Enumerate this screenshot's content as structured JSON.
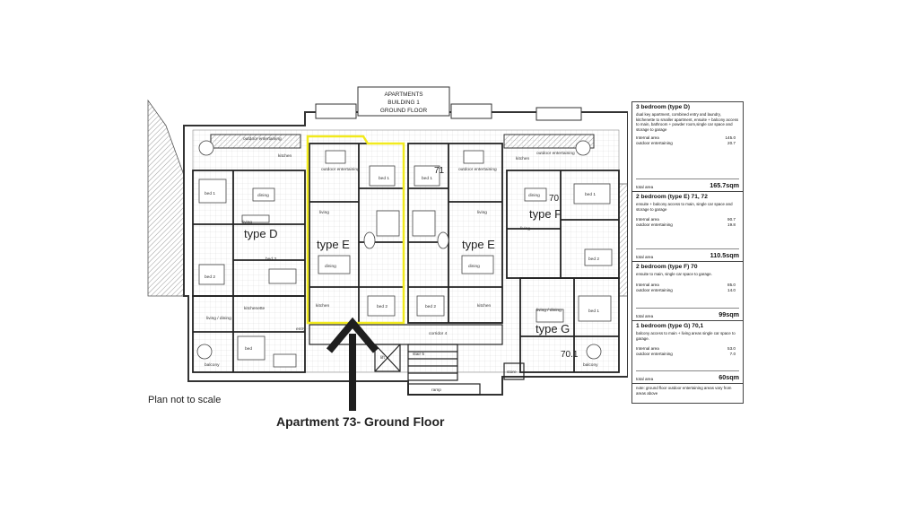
{
  "title_block": {
    "line1": "APARTMENTS",
    "line2": "BUILDING 1",
    "line3": "GROUND FLOOR"
  },
  "unit_types": {
    "d": "type D",
    "e_left": "type E",
    "e_right": "type E",
    "f": "type F",
    "g": "type G"
  },
  "unit_numbers": {
    "n71": "71",
    "n70": "70",
    "n701": "70.1"
  },
  "rooms": {
    "outdoor_entertaining": "outdoor entertaining",
    "kitchen": "kitchen",
    "bed": "bed",
    "bed1": "bed 1",
    "bed2": "bed 2",
    "bed3": "bed 3",
    "dining": "dining",
    "living": "living",
    "kitchenette": "kitchenette",
    "living_dining": "living / dining",
    "balcony": "balcony",
    "corridor": "corridor 4",
    "stair": "stair 5",
    "lift": "lift",
    "ramp": "ramp",
    "store": "store",
    "entry": "entry"
  },
  "captions": {
    "not_to_scale": "Plan not to scale",
    "apartment": "Apartment 73- Ground Floor"
  },
  "legend": {
    "d": {
      "heading": "3 bedroom (type D)",
      "desc": "dual key apartment, combined entry and laundry, kitchenette to smaller apartment, ensuite + balcony access to main, bathroom + powder room,single car space and storage to garage",
      "internal_label": "Internal area",
      "internal": "145.0",
      "outdoor_label": "outdoor entertaining",
      "outdoor": "20.7",
      "total_label": "total area",
      "total": "165.7sqm"
    },
    "e": {
      "heading": "2 bedroom (type E) 71, 72",
      "desc": "ensuite + balcony access to main, single car space and storage to garage",
      "internal_label": "Internal area",
      "internal": "90.7",
      "outdoor_label": "outdoor entertaining",
      "outdoor": "19.8",
      "total_label": "total area",
      "total": "110.5sqm"
    },
    "f": {
      "heading": "2 bedroom (type F) 70",
      "desc": "ensuite to main, single car space to garage.",
      "internal_label": "Internal area",
      "internal": "85.0",
      "outdoor_label": "outdoor entertaining",
      "outdoor": "14.0",
      "total_label": "total area",
      "total": "99sqm"
    },
    "g": {
      "heading": "1 bedroom (type G) 70,1",
      "desc": "balcony access to main + living areas single car space to garage.",
      "internal_label": "Internal area",
      "internal": "53.0",
      "outdoor_label": "outdoor entertaining",
      "outdoor": "7.0",
      "total_label": "total area",
      "total": "60sqm"
    },
    "note": "note: ground floor outdoor entertaining areas vary from areas above"
  },
  "colors": {
    "highlight": "#f2ea1d",
    "line": "#333333",
    "hatch": "#9a9a9a",
    "arrow": "#1e1e1e"
  }
}
